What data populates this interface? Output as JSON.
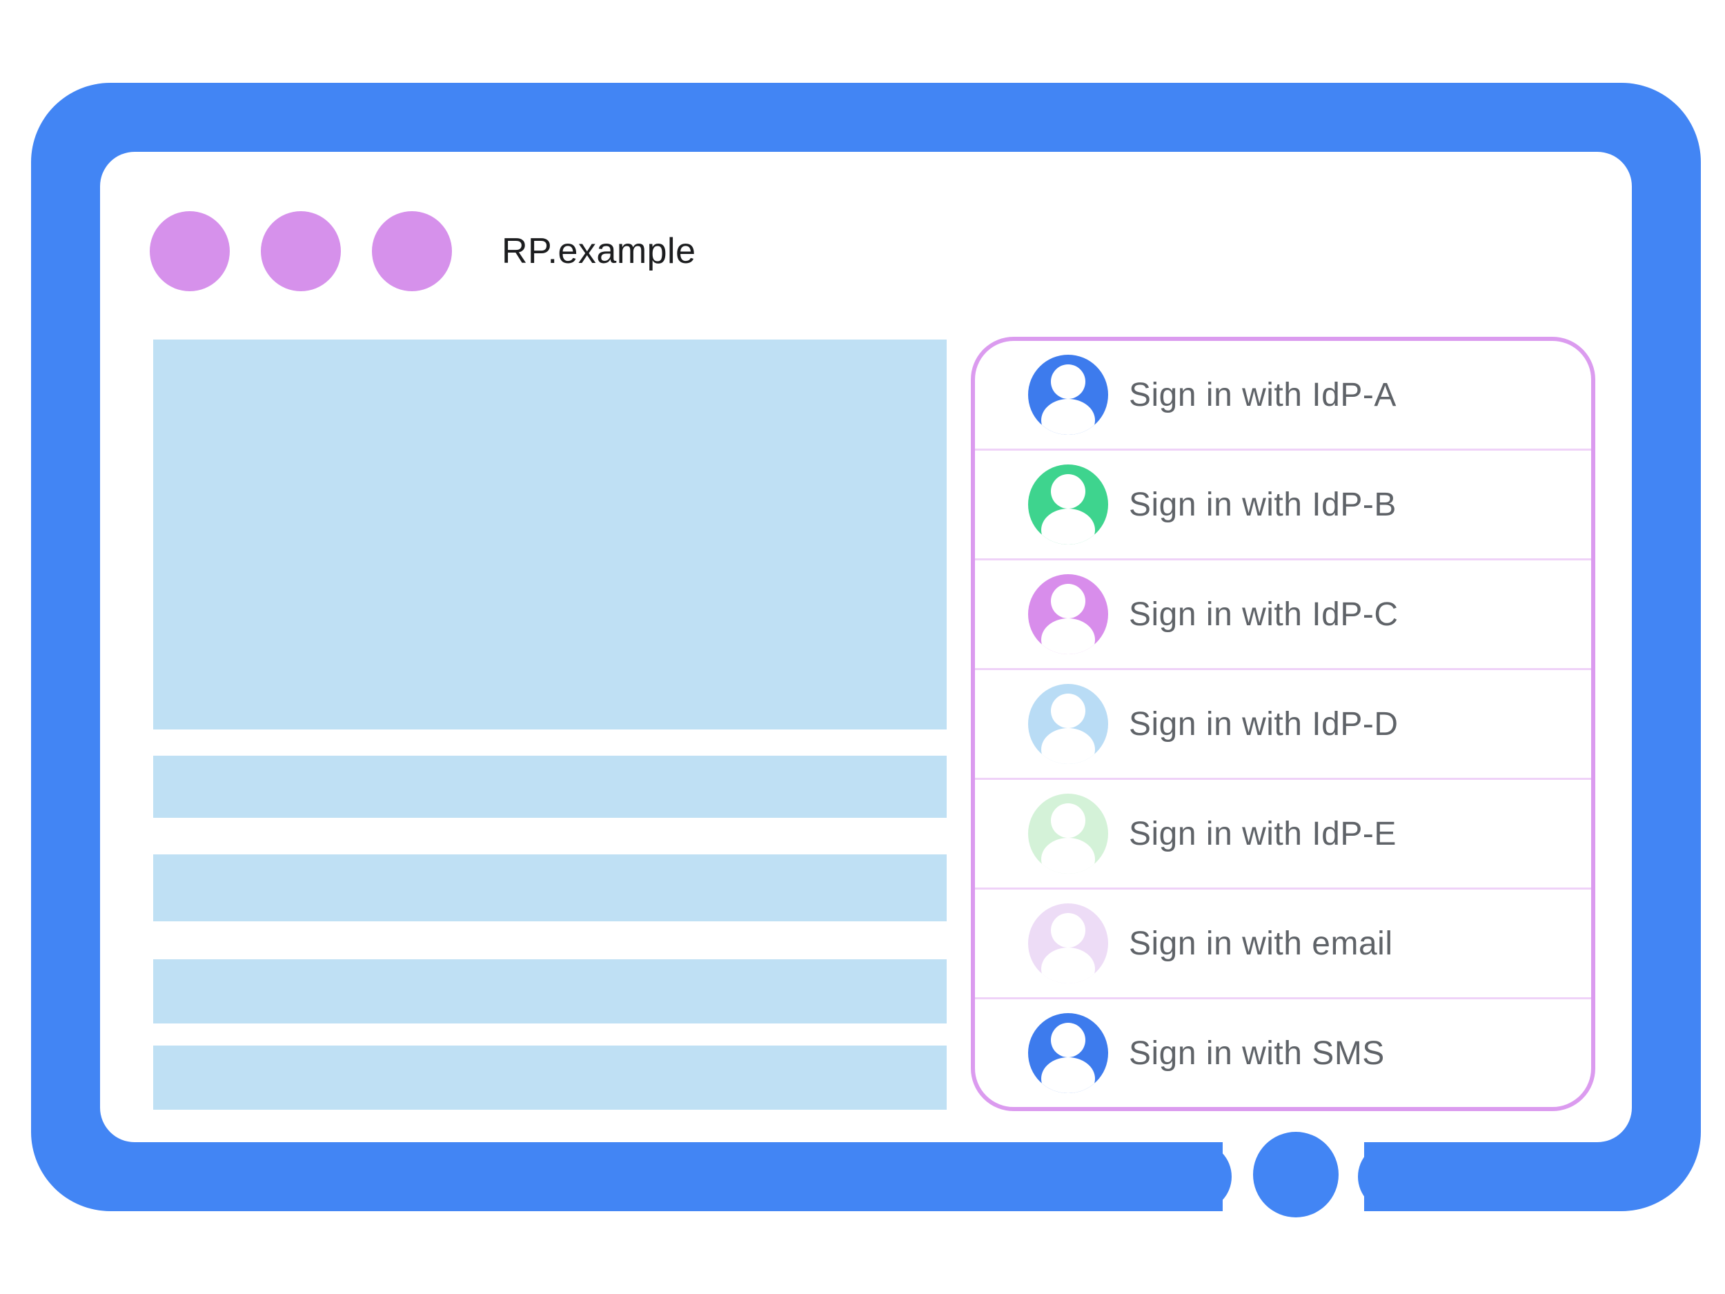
{
  "window": {
    "title": "RP.example",
    "dots_color": "#D691EB",
    "frame_color": "#4285F4"
  },
  "content": {
    "placeholder_color": "#BFE0F4",
    "hero_placeholder": "content-image-placeholder",
    "line_placeholder_count": 4
  },
  "signin_panel": {
    "border_color": "#DB9BEF",
    "divider_color": "#EFD2F8",
    "label_color": "#5F6368",
    "items": [
      {
        "label": "Sign in with IdP-A",
        "avatar_color": "#3D7BED",
        "icon": "person-icon"
      },
      {
        "label": "Sign in with IdP-B",
        "avatar_color": "#3ED48E",
        "icon": "person-icon"
      },
      {
        "label": "Sign in with IdP-C",
        "avatar_color": "#D88DEB",
        "icon": "person-icon"
      },
      {
        "label": "Sign in with IdP-D",
        "avatar_color": "#B9DCF5",
        "icon": "person-icon"
      },
      {
        "label": "Sign in with IdP-E",
        "avatar_color": "#D4F2D8",
        "icon": "person-icon"
      },
      {
        "label": "Sign in with email",
        "avatar_color": "#EDDCF6",
        "icon": "person-icon"
      },
      {
        "label": "Sign in with SMS",
        "avatar_color": "#3D7BED",
        "icon": "person-icon"
      }
    ]
  }
}
